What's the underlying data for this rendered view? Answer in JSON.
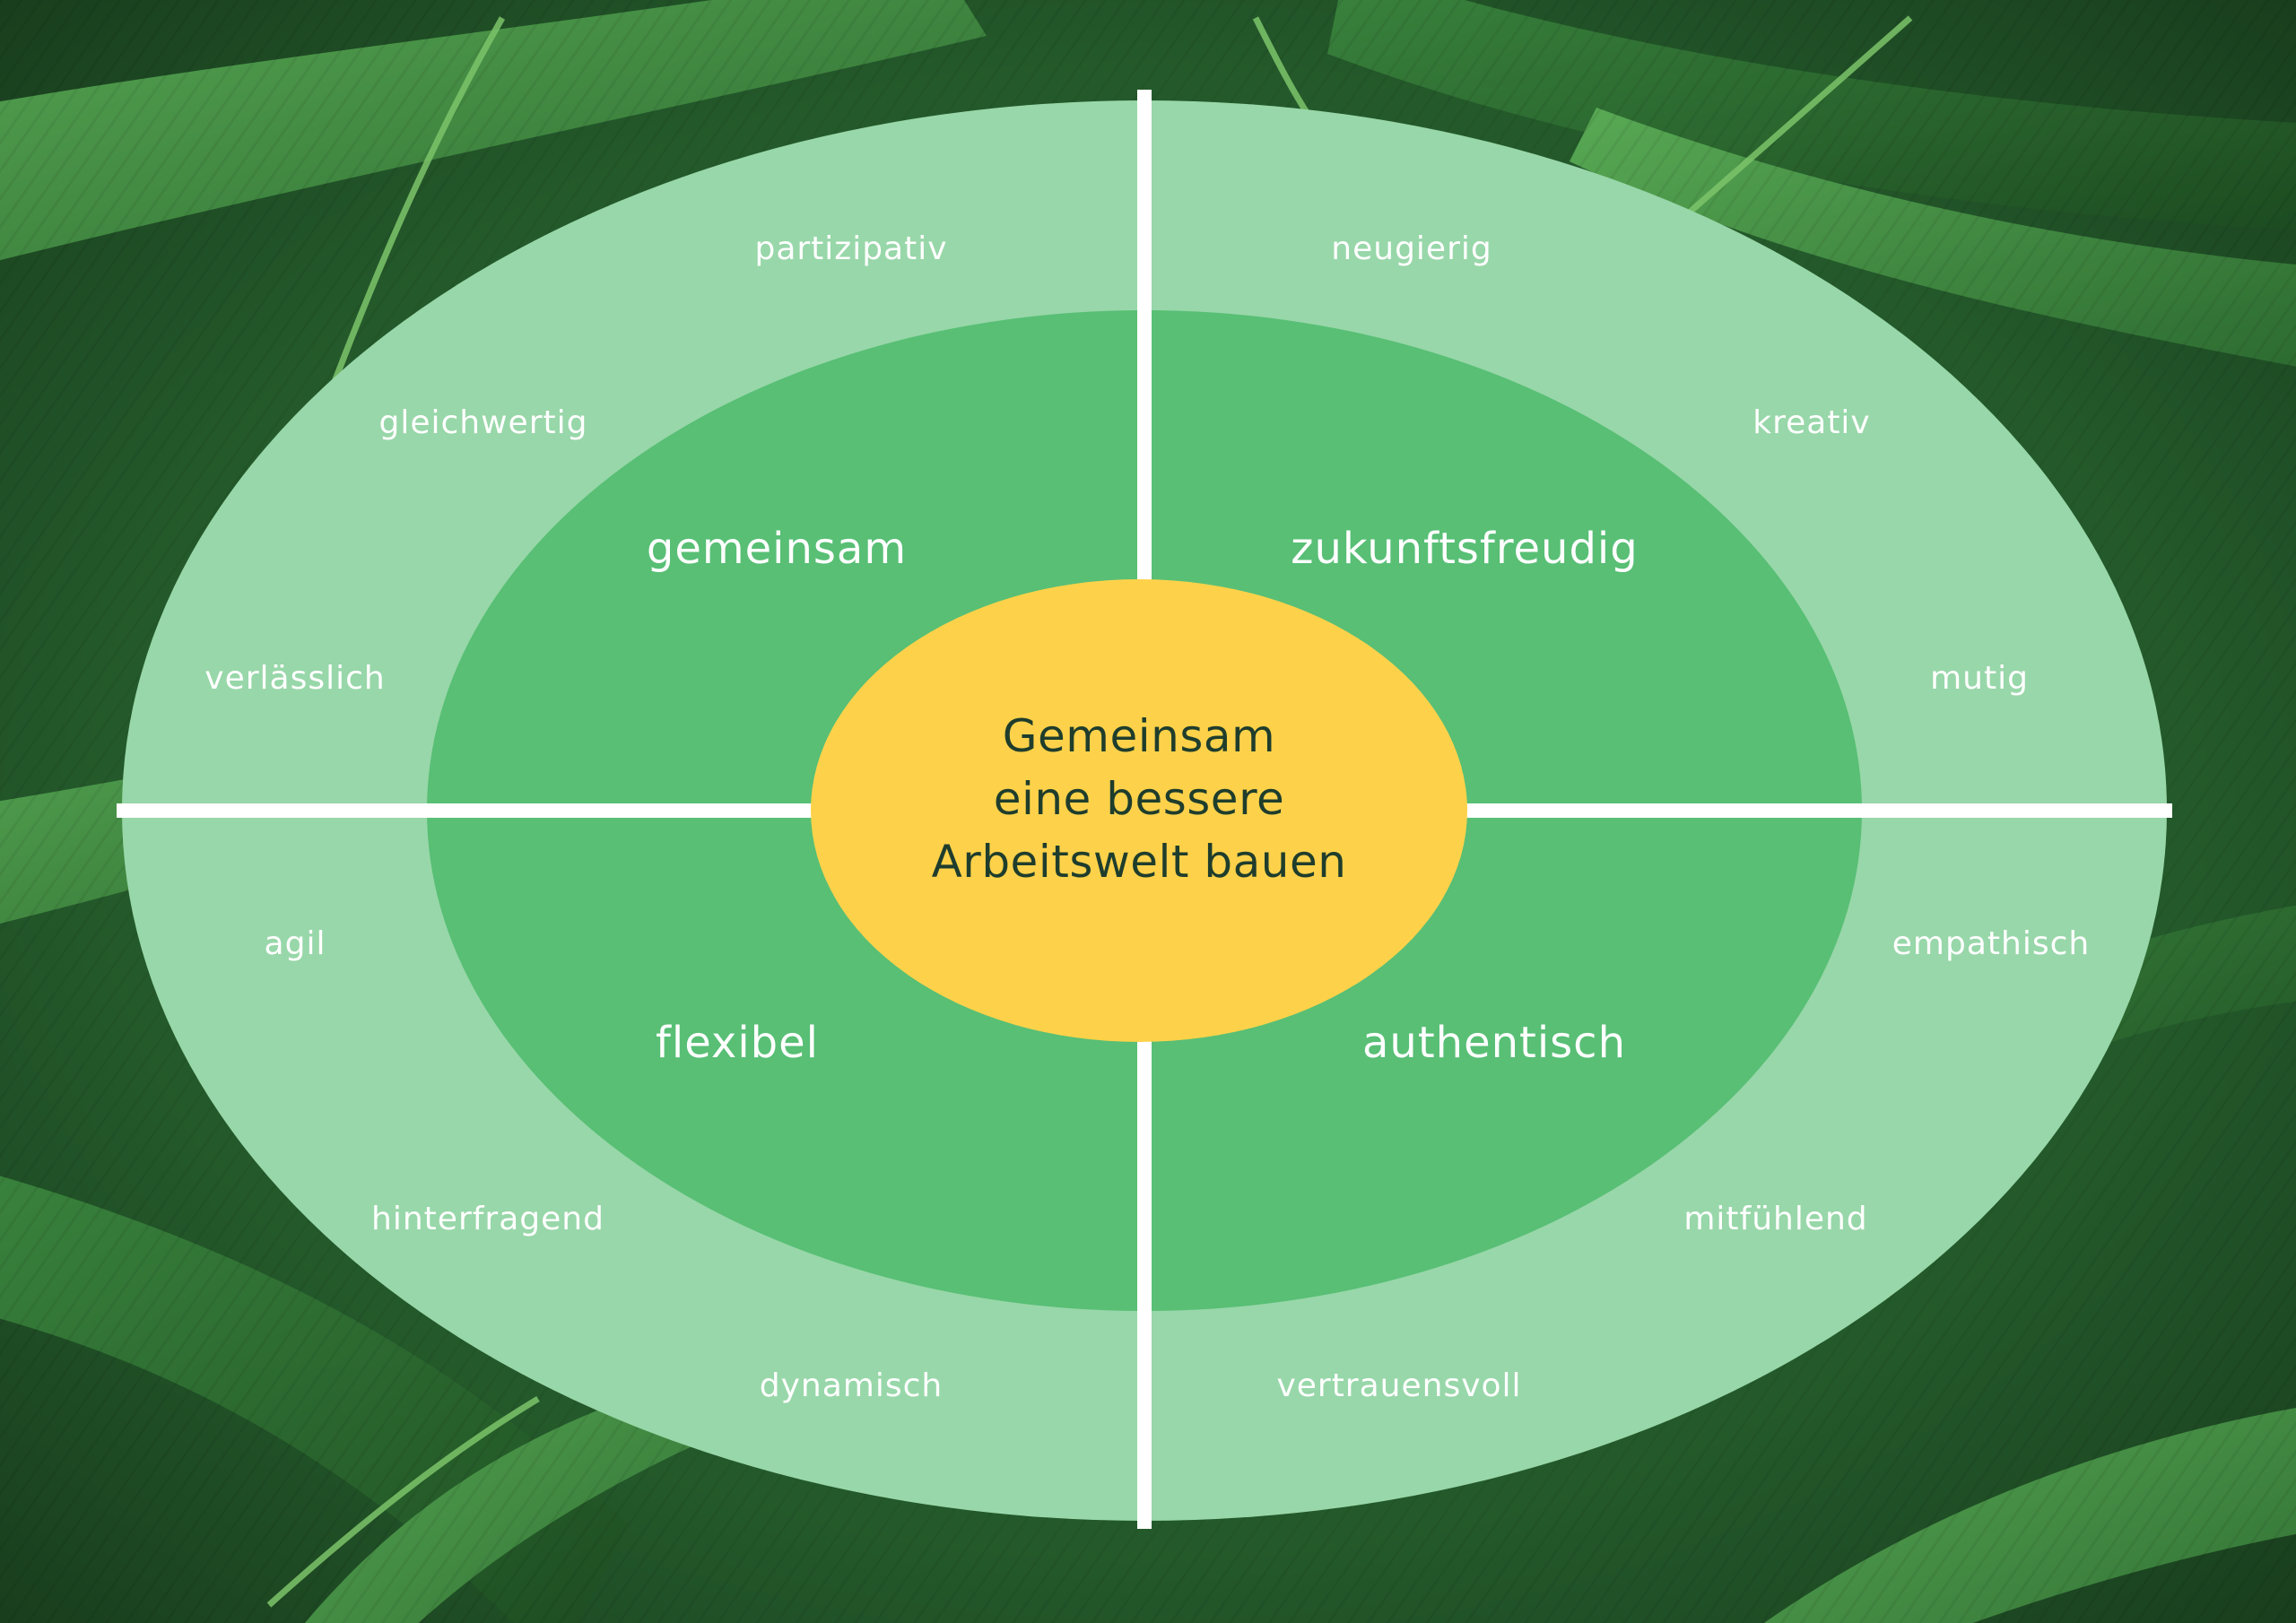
{
  "colors": {
    "background_leaf_dark": "#1f4a26",
    "background_leaf_mid": "#3f8a45",
    "background_leaf_light": "#6fbf6a",
    "outer_ring": "#98d7a9",
    "inner_ring": "#58bf75",
    "center": "#fdd24a",
    "divider": "#ffffff",
    "outer_label": "#ffffff",
    "center_text": "#1f3d2c"
  },
  "center": {
    "line1": "Gemeinsam",
    "line2": "eine bessere",
    "line3": "Arbeitswelt bauen"
  },
  "quadrants": {
    "top_left": {
      "title": "gemeinsam",
      "traits": [
        "partizipativ",
        "gleichwertig",
        "verlässlich"
      ]
    },
    "top_right": {
      "title": "zukunftsfreudig",
      "traits": [
        "neugierig",
        "kreativ",
        "mutig"
      ]
    },
    "bottom_left": {
      "title": "flexibel",
      "traits": [
        "agil",
        "hinterfragend",
        "dynamisch"
      ]
    },
    "bottom_right": {
      "title": "authentisch",
      "traits": [
        "empathisch",
        "mitfühlend",
        "vertrauensvoll"
      ]
    }
  }
}
